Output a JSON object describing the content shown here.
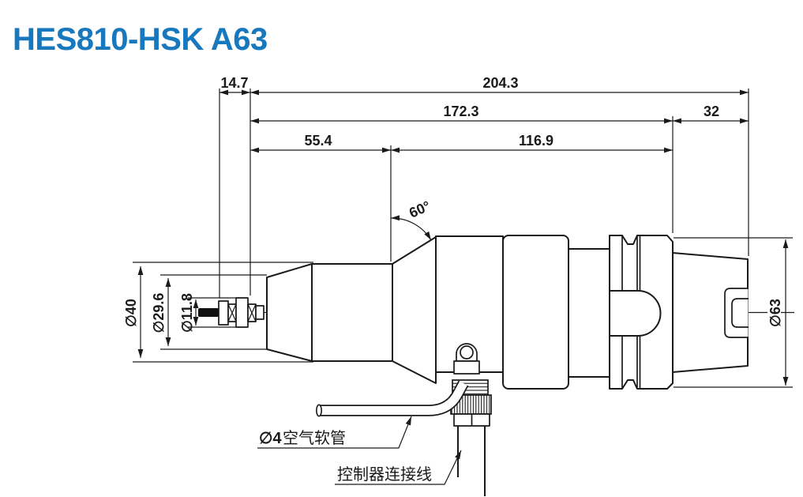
{
  "header": {
    "title": "HES810-HSK A63",
    "title_color": "#1878be"
  },
  "drawing": {
    "line_color": "#1a1a1a",
    "background": "#ffffff",
    "dims": {
      "front_protrusion": "14.7",
      "overall_length": "204.3",
      "body_length": "172.3",
      "taper_length": "32",
      "nose_length": "55.4",
      "mid_length": "116.9",
      "cone_angle": "60°",
      "nose_outer_diameter": "∅40",
      "nose_front_diameter": "∅29.6",
      "collet_diameter": "∅11.8",
      "flange_diameter": "∅63"
    },
    "callouts": {
      "air_hose_symbol": "∅4",
      "air_hose_label": "空气软管",
      "controller_cable_label": "控制器连接线"
    }
  }
}
